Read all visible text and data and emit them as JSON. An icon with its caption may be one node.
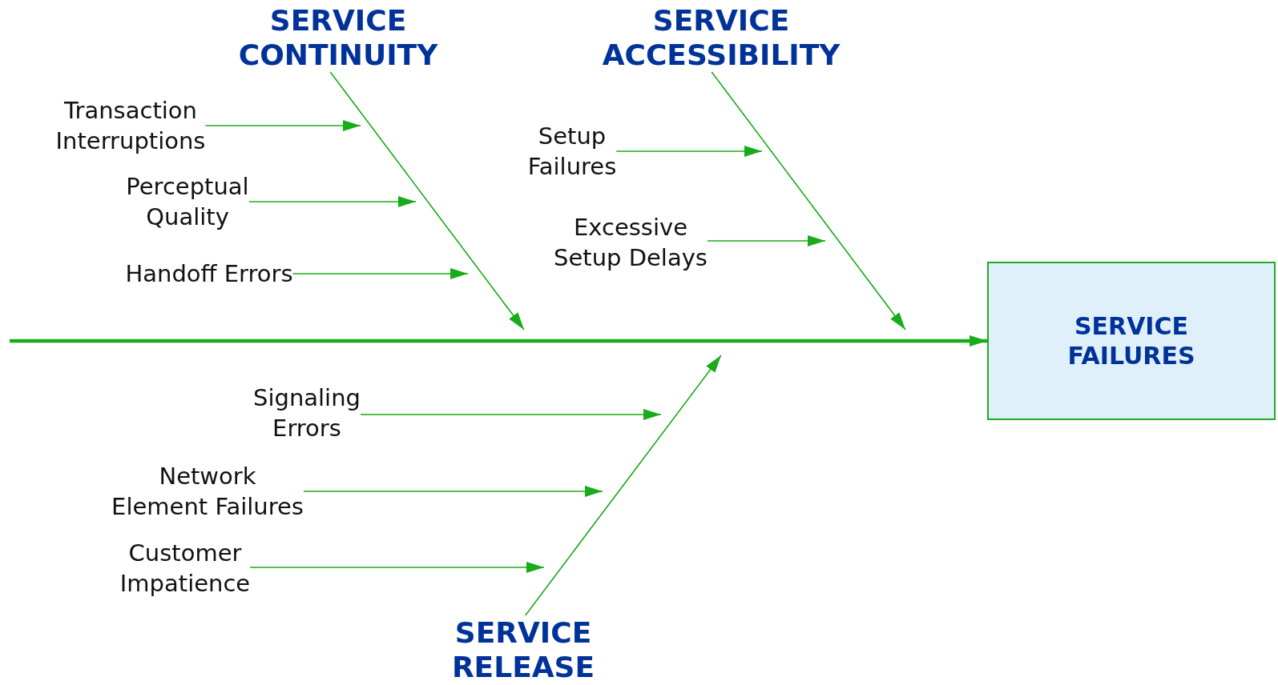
{
  "diagram": {
    "nodes": [
      {
        "text": [
          "SERVICE CONTINUITY"
        ]
      },
      {
        "text": [
          "SERVICE ACCESSIBILITY"
        ]
      },
      {
        "text": [
          "SERVICE FAILURES"
        ]
      },
      {
        "text": [
          "SERVICE RELEASE"
        ]
      },
      {
        "text": [
          "Transaction Interruptions"
        ]
      },
      {
        "text": [
          "Perceptual Quality"
        ]
      },
      {
        "text": [
          "Handoff Errors"
        ]
      },
      {
        "text": [
          "Setup Failures"
        ]
      },
      {
        "text": [
          "Excessive Setup Delays"
        ]
      },
      {
        "text": [
          "Signaling Errors"
        ]
      },
      {
        "text": [
          "Network Element Failures"
        ]
      },
      {
        "text": [
          "Customer Impatience"
        ]
      }
    ],
    "edges": [
      {
        "from": null,
        "to": 2,
        "arrow": "to",
        "style": "thick"
      },
      {
        "from": 0,
        "to": null,
        "arrow": "to"
      },
      {
        "from": 1,
        "to": null,
        "arrow": "to"
      },
      {
        "from": 3,
        "to": null,
        "arrow": "to"
      },
      {
        "from": 4,
        "to": null,
        "arrow": "to"
      },
      {
        "from": 5,
        "to": null,
        "arrow": "to"
      },
      {
        "from": 6,
        "to": null,
        "arrow": "to"
      },
      {
        "from": 7,
        "to": null,
        "arrow": "to"
      },
      {
        "from": 8,
        "to": null,
        "arrow": "to"
      },
      {
        "from": 9,
        "to": null,
        "arrow": "to"
      },
      {
        "from": 10,
        "to": null,
        "arrow": "to"
      },
      {
        "from": 11,
        "to": null,
        "arrow": "to"
      }
    ]
  }
}
